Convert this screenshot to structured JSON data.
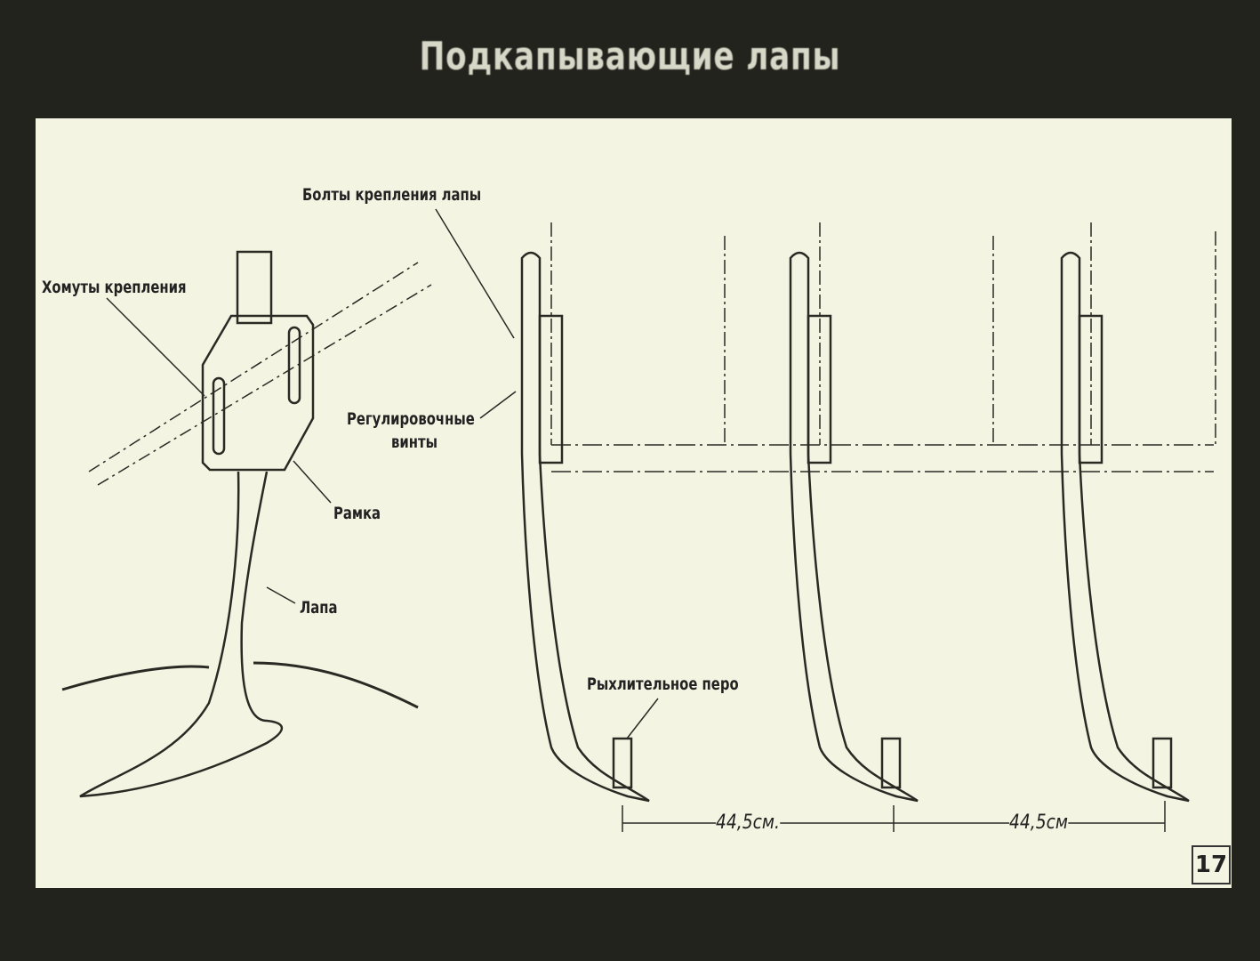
{
  "title": "Подкапывающие лапы",
  "labels": {
    "bolts": "Болты крепления лапы",
    "clamps": "Хомуты крепления",
    "adjust_screws_1": "Регулировочные",
    "adjust_screws_2": "винты",
    "frame": "Рамка",
    "tine": "Лапа",
    "loosening_blade": "Рыхлительное перо"
  },
  "dimensions": [
    "44,5см.",
    "44,5см"
  ],
  "slide_number": "17"
}
